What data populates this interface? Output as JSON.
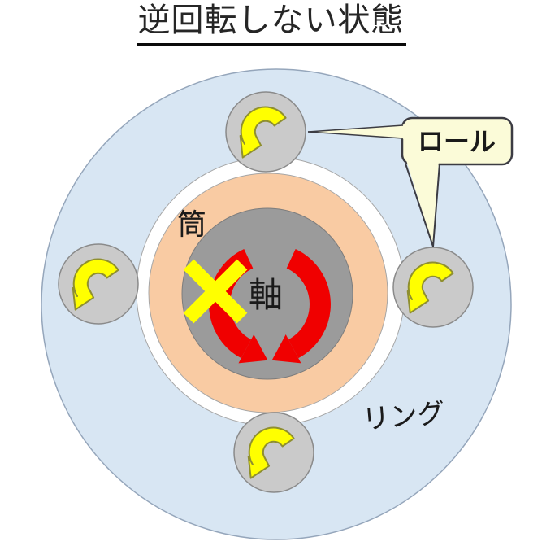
{
  "title": "逆回転しない状態",
  "diagram": {
    "labels": {
      "ring": "リング",
      "cylinder": "筒",
      "shaft": "軸",
      "callout": "ロール"
    },
    "colors": {
      "ring_fill": "#d8e6f3",
      "ring_stroke": "#95a6bb",
      "gap_fill": "#ffffff",
      "gap_stroke": "#a6a6a6",
      "cylinder_fill": "#f9cba3",
      "cylinder_stroke": "#a6a6a6",
      "shaft_fill": "#9b9b9b",
      "shaft_stroke": "#7d7d7d",
      "roller_fill": "#cacaca",
      "roller_stroke": "#8a8a8a",
      "yellow": "#ffff00",
      "yellow_stroke": "#8f8f2f",
      "red": "#f00000",
      "callout_fill": "#fbfbd8",
      "callout_stroke": "#3c3c43",
      "text": "#1a1a1a"
    }
  }
}
